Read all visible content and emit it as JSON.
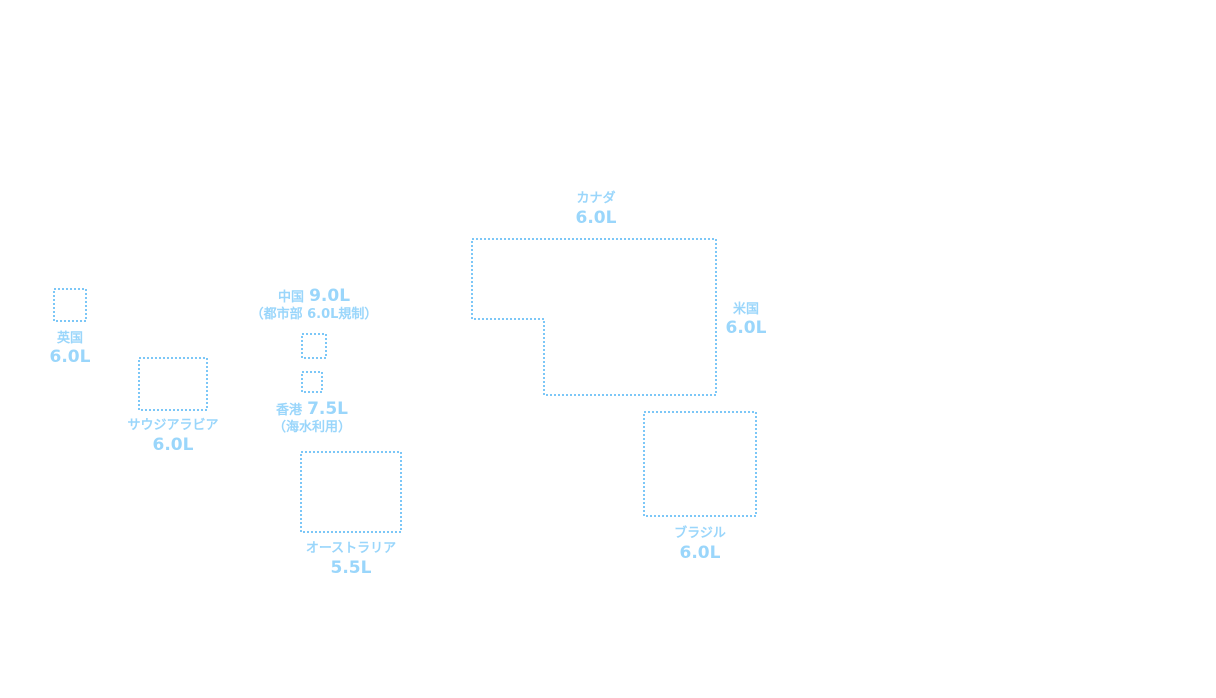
{
  "colors": {
    "outline": "#7cc7f7",
    "label": "#9ad6fb"
  },
  "countries": {
    "uk": {
      "name": "英国",
      "value": "6.0L"
    },
    "saudi": {
      "name": "サウジアラビア",
      "value": "6.0L"
    },
    "china": {
      "name": "中国",
      "value": "9.0L",
      "note": "（都市部 6.0L規制）"
    },
    "hongkong": {
      "name": "香港",
      "value": "7.5L",
      "note": "（海水利用）"
    },
    "australia": {
      "name": "オーストラリア",
      "value": "5.5L"
    },
    "canada": {
      "name": "カナダ",
      "value": "6.0L"
    },
    "usa": {
      "name": "米国",
      "value": "6.0L"
    },
    "brazil": {
      "name": "ブラジル",
      "value": "6.0L"
    }
  }
}
